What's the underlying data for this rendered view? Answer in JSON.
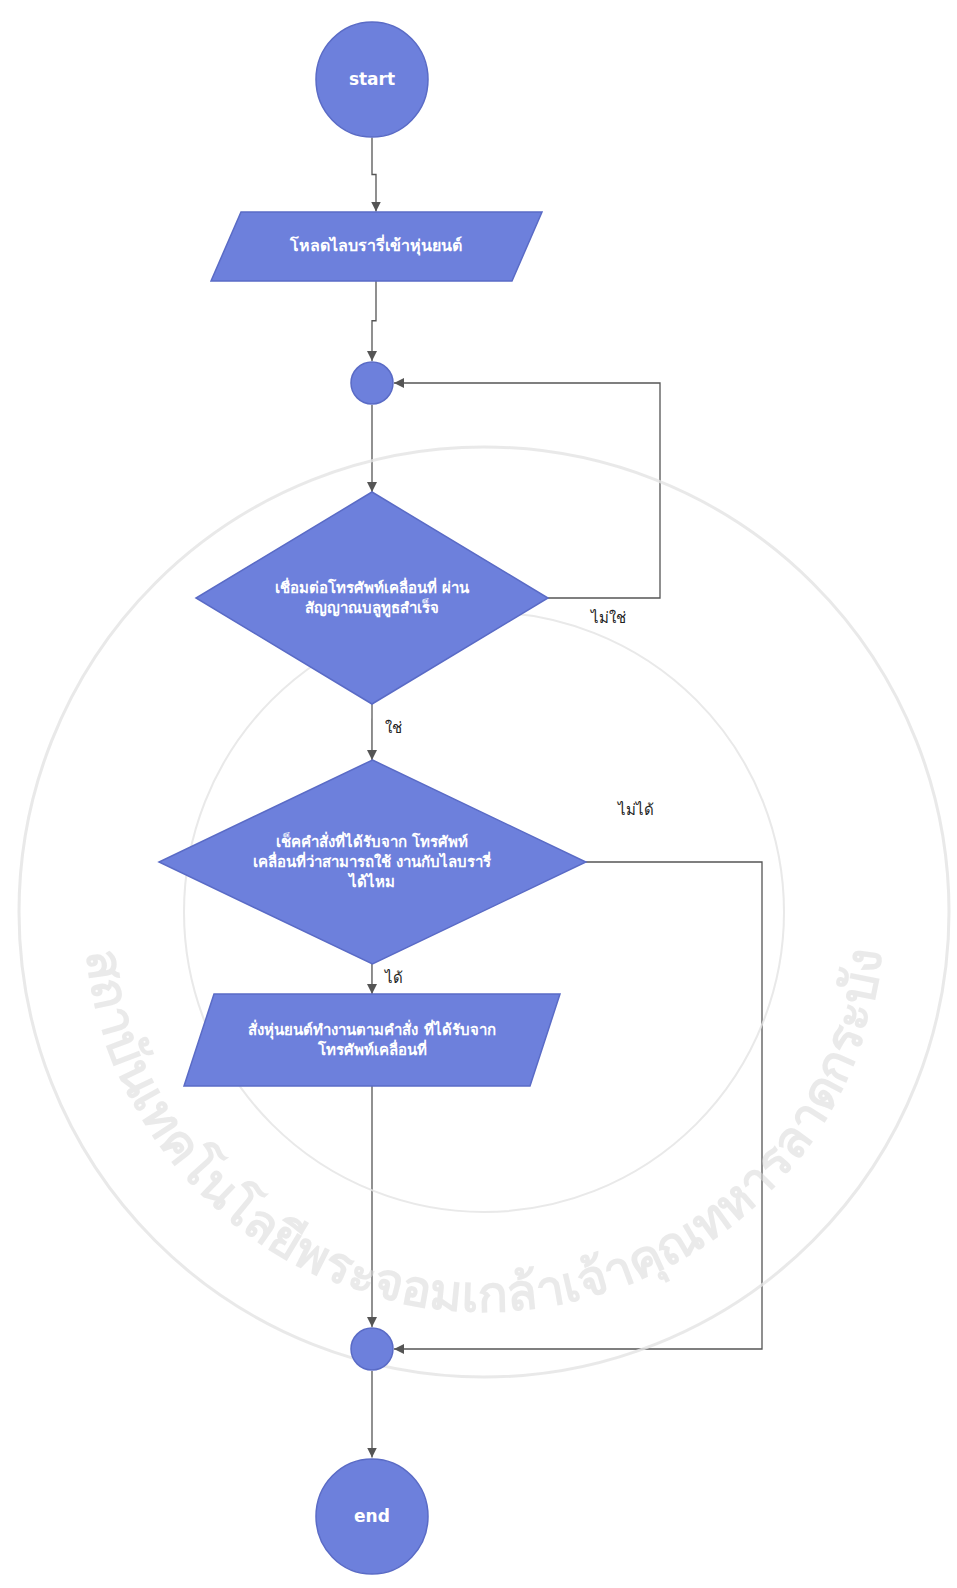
{
  "diagram": {
    "nodes": [
      {
        "text": [
          "start"
        ]
      },
      {
        "text": [
          "โหลดไลบรารี่เข้าหุ่นยนต์"
        ]
      },
      {
        "text": []
      },
      {
        "text": [
          "เชื่อมต่อโทรศัพท์เคลื่อนที่ ผ่านสัญญาณบลูทูธสำเร็จ"
        ]
      },
      {
        "text": [
          "เช็คคำสั่งที่ได้รับจาก โทรศัพท์เคลื่อนที่ว่าสามารถใช้ งานกับไลบรารี่ได้ไหม"
        ]
      },
      {
        "text": [
          "สั่งหุ่นยนต์ทำงานตามคำสั่ง ที่ได้รับจาก โทรศัพท์เคลื่อนที่"
        ]
      },
      {
        "text": []
      },
      {
        "text": [
          "end"
        ]
      }
    ],
    "edges": [
      {
        "from": 0,
        "to": 1,
        "arrow": "to"
      },
      {
        "from": 1,
        "to": 2,
        "arrow": "to"
      },
      {
        "from": 2,
        "to": 3,
        "arrow": "to"
      },
      {
        "from": 3,
        "to": 2,
        "label": "ไม่ใช่",
        "arrow": "to"
      },
      {
        "from": 3,
        "to": 4,
        "label": "ใช่",
        "arrow": "to"
      },
      {
        "from": 4,
        "to": 6,
        "label": "ไม่ได้",
        "arrow": "to"
      },
      {
        "from": 4,
        "to": 5,
        "label": "ได้",
        "arrow": "to"
      },
      {
        "from": 5,
        "to": 6,
        "arrow": "to"
      },
      {
        "from": 6,
        "to": 7,
        "arrow": "to"
      }
    ],
    "labels": [
      "สถาบันเทคโนโลยีพระจอมเกล้าเจ้าคุณทหารลาดกระบัง"
    ]
  }
}
